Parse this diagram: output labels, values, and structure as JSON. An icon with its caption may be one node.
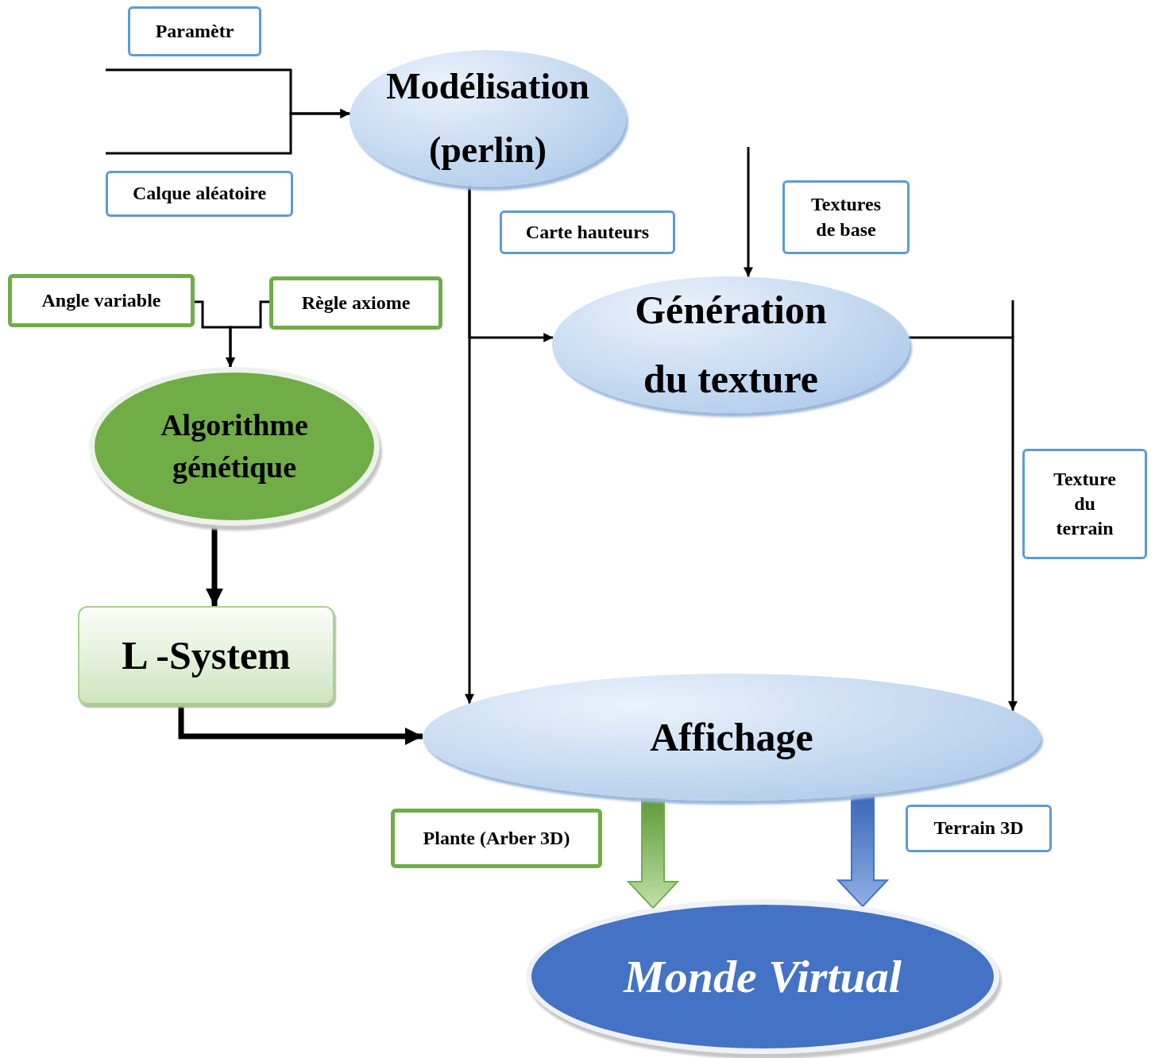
{
  "diagram": {
    "nodes": [
      {
        "text": [
          "Paramètr"
        ]
      },
      {
        "text": [
          "Calque aléatoire"
        ]
      },
      {
        "text": [
          "Modélisation (perlin)"
        ]
      },
      {
        "text": [
          "Carte hauteurs"
        ]
      },
      {
        "text": [
          "Textures de base"
        ]
      },
      {
        "text": [
          "Angle variable"
        ]
      },
      {
        "text": [
          "Règle axiome"
        ]
      },
      {
        "text": [
          "Génération du texture"
        ]
      },
      {
        "text": [
          "Algorithme génétique"
        ]
      },
      {
        "text": [
          "Texture du terrain"
        ]
      },
      {
        "text": [
          "L -System"
        ]
      },
      {
        "text": [
          "Affichage"
        ]
      },
      {
        "text": [
          "Plante (Arber 3D)"
        ]
      },
      {
        "text": [
          "Terrain 3D"
        ]
      },
      {
        "text": [
          "Monde Virtual"
        ]
      }
    ],
    "edges": [
      {
        "from": null,
        "to": 2,
        "arrow": "to"
      },
      {
        "from": null,
        "to": 2,
        "arrow": "to"
      },
      {
        "from": 2,
        "to": 7,
        "arrow": "to"
      },
      {
        "from": 2,
        "to": 11,
        "arrow": "to"
      },
      {
        "from": null,
        "to": 7,
        "arrow": "to"
      },
      {
        "from": 7,
        "to": 11,
        "arrow": "to"
      },
      {
        "from": 5,
        "to": 8,
        "arrow": "to"
      },
      {
        "from": 6,
        "to": 8,
        "arrow": "to"
      },
      {
        "from": 8,
        "to": 10,
        "arrow": "to",
        "style": "thick"
      },
      {
        "from": 10,
        "to": 11,
        "arrow": "to",
        "style": "thick"
      },
      {
        "from": 11,
        "to": 14,
        "arrow": "to",
        "style": "thick",
        "color": "#70ad47"
      },
      {
        "from": 11,
        "to": 14,
        "arrow": "to",
        "style": "thick",
        "color": "#4472c4"
      }
    ]
  }
}
